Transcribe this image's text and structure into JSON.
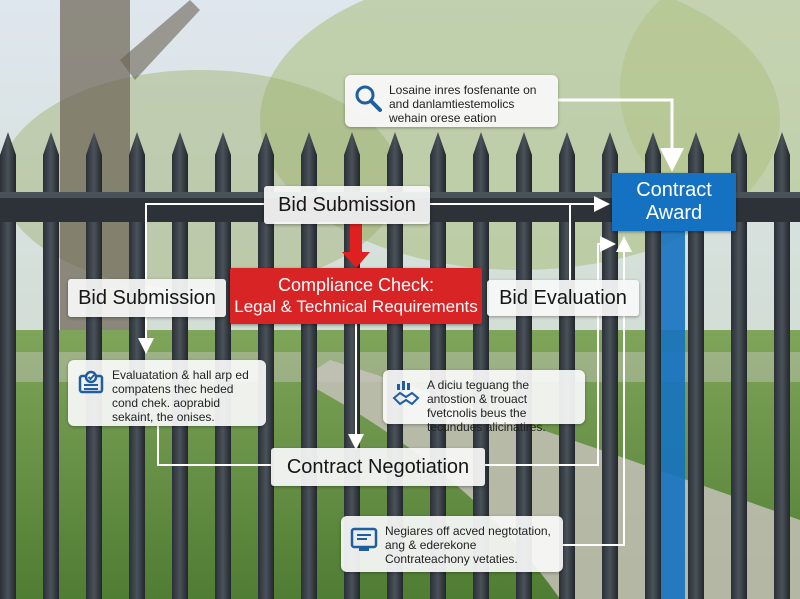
{
  "nodes": {
    "bid_submission_top": "Bid Submission",
    "bid_submission_left": "Bid Submission",
    "compliance_line1": "Compliance Check:",
    "compliance_line2": "Legal & Technical Requirements",
    "bid_evaluation": "Bid Evaluation",
    "contract_negotiation": "Contract Negotiation",
    "contract_award_line1": "Contract",
    "contract_award_line2": "Award"
  },
  "notes": {
    "top": {
      "icon": "magnifier-icon",
      "text": "Losaine inres fosfenante on and danlamtiestemolics wehain orese eation"
    },
    "left": {
      "icon": "checklist-icon",
      "text": "Evaluatation & hall arp ed compatens thec heded cond chek. aoprabid sekaint, the onises."
    },
    "middle": {
      "icon": "handshake-chart-icon",
      "text": "A diciu teguang the antostion & trouact fvetcnolis beus the tecundues alicinatires."
    },
    "bottom": {
      "icon": "document-screen-icon",
      "text": "Negiares off acved negtotation, ang & ederekone Contrateachony vetaties."
    }
  },
  "colors": {
    "compliance": "#d82424",
    "award": "#1572c2",
    "connector": "#ffffff",
    "compliance_arrow": "#e02020"
  }
}
